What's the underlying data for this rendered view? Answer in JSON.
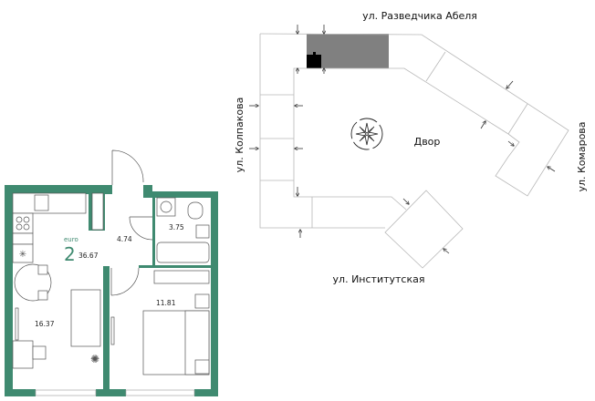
{
  "apartment": {
    "type_label": "euro",
    "rooms": "2",
    "total_area": "36.67",
    "areas": {
      "hallway": "4.74",
      "bathroom": "3.75",
      "bedroom": "11.81",
      "living_kitchen": "16.37"
    }
  },
  "site_plan": {
    "streets": {
      "top": "ул. Разведчика Абеля",
      "left": "ул. Колпакова",
      "right": "ул. Комарова",
      "bottom": "ул. Институтская"
    },
    "courtyard": "Двор",
    "compass_icon": "compass-rose-icon"
  },
  "colors": {
    "wall": "#3f8a70",
    "highlight_section": "#808080",
    "apartment_marker": "#000000"
  }
}
